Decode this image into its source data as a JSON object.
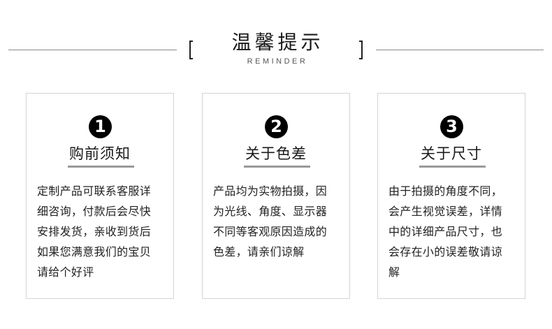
{
  "header": {
    "title": "温馨提示",
    "subtitle": "REMINDER",
    "bracket_left": "[",
    "bracket_right": "]"
  },
  "colors": {
    "background": "#ffffff",
    "text": "#1a1a1a",
    "rule": "#8a8a8a",
    "card_border": "#d4d4d4",
    "underline": "#999999",
    "badge": "#000000"
  },
  "cards": [
    {
      "number": "1",
      "title": "购前须知",
      "lines": [
        "定制产品可联系客服详",
        "细咨询，付款后会尽快",
        "安排发货，亲收到货后",
        "如果您满意我们的宝贝",
        "请给个好评"
      ]
    },
    {
      "number": "2",
      "title": "关于色差",
      "lines": [
        "产品均为实物拍摄，因",
        "为光线、角度、显示器",
        "不同等客观原因造成的",
        "色差，请亲们谅解"
      ]
    },
    {
      "number": "3",
      "title": "关于尺寸",
      "lines": [
        "由于拍摄的角度不同，",
        "会产生视觉误差，详情",
        "中的详细产品尺寸，也",
        "会存在小的误差敬请谅",
        "解"
      ]
    }
  ]
}
